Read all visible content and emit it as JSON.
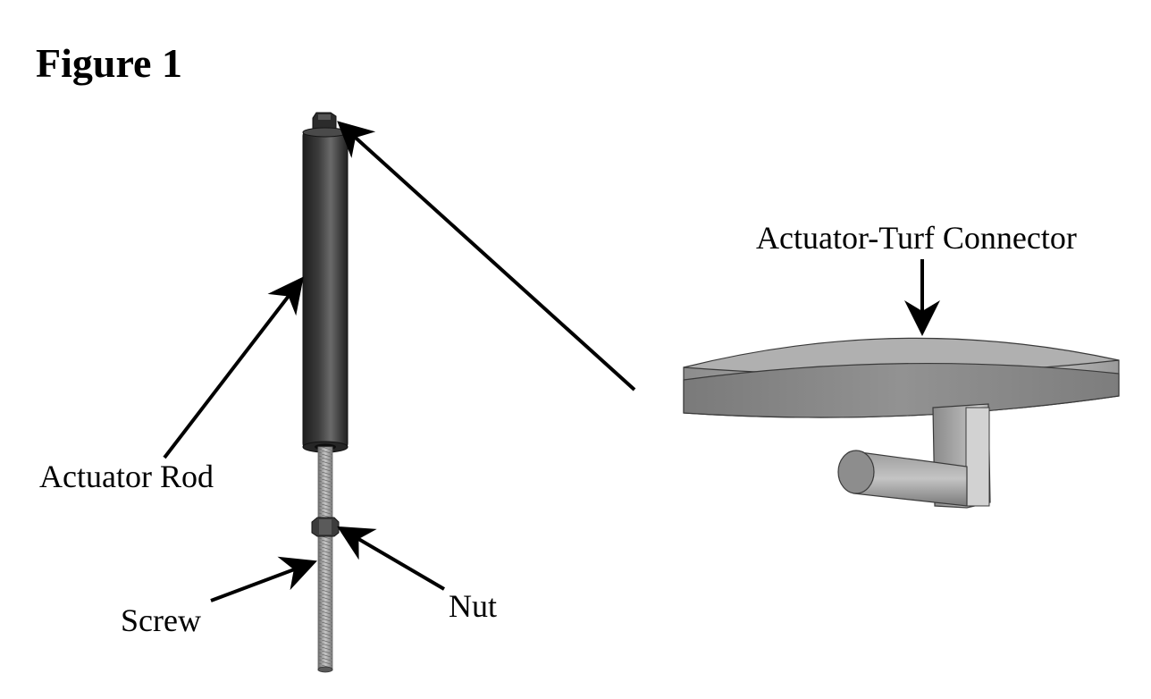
{
  "figure": {
    "title": "Figure 1"
  },
  "labels": {
    "actuator_turf_connector": "Actuator-Turf Connector",
    "actuator_rod": "Actuator Rod",
    "screw": "Screw",
    "nut": "Nut"
  },
  "colors": {
    "background": "#ffffff",
    "text": "#000000",
    "rod_body": "#3a3a3a",
    "screw": "#9a9a9a",
    "connector_disc": "#a6a6a6"
  }
}
